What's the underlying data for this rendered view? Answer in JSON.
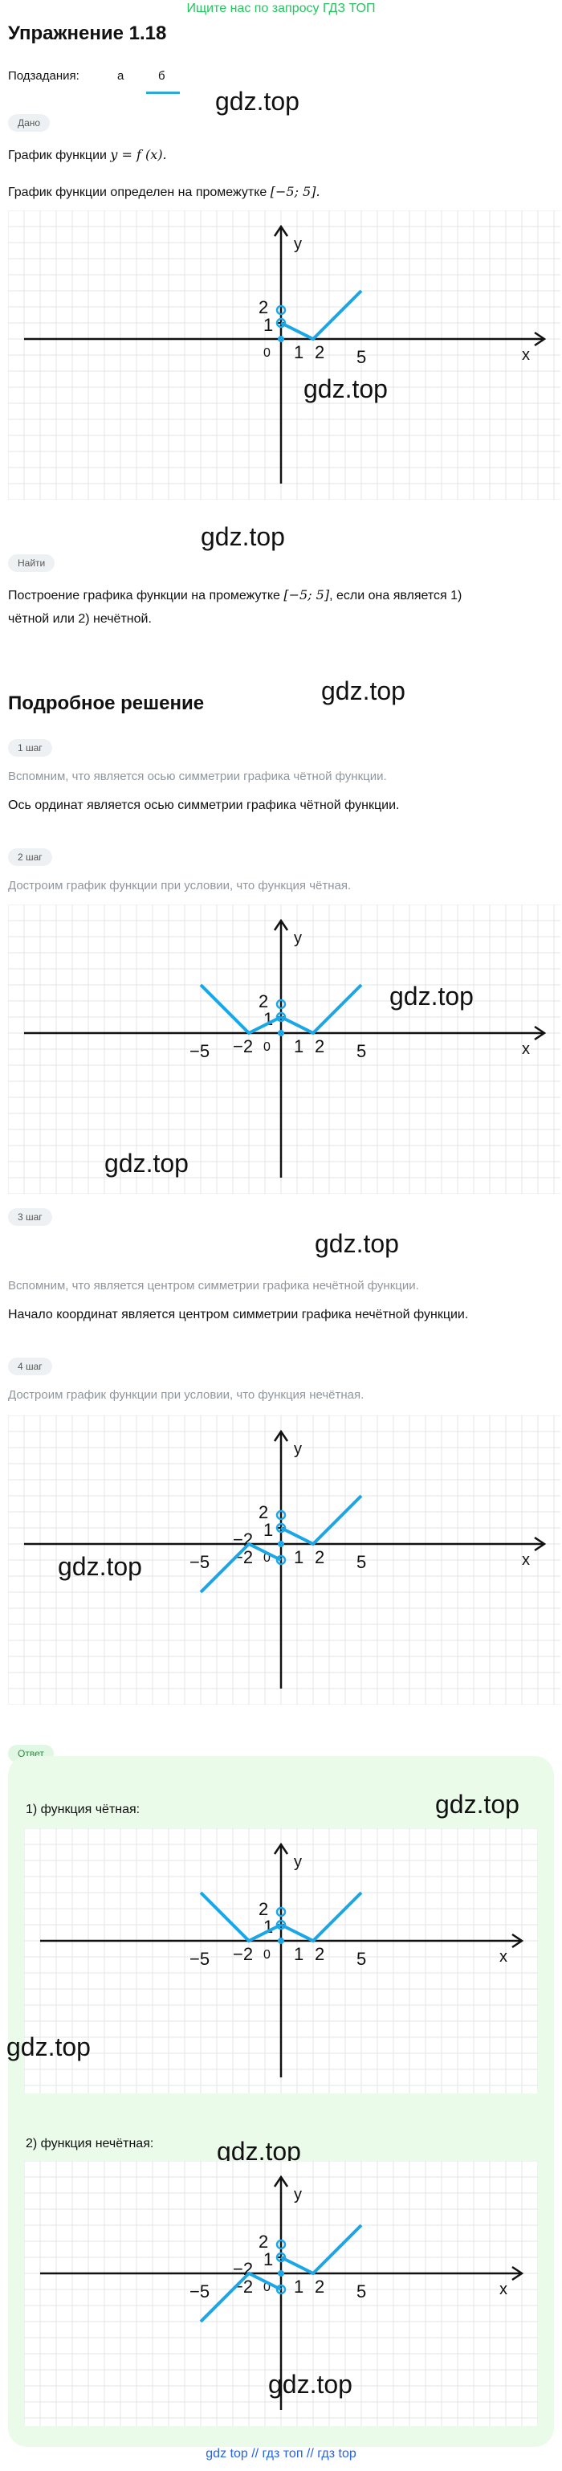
{
  "banner": "Ищите нас по запросу ГДЗ ТОП",
  "title": "Упражнение 1.18",
  "subtasks": {
    "label": "Подзадания:",
    "tabs": [
      "а",
      "б"
    ],
    "active": 1
  },
  "watermark": "gdz.top",
  "given": {
    "chip": "Дано",
    "line1_prefix": "График функции ",
    "line1_math": "y = f (x).",
    "line2_prefix": "График функции определен на промежутке ",
    "line2_math": "[−5; 5]."
  },
  "find": {
    "chip": "Найти",
    "line1_prefix": "Построение графика функции на промежутке ",
    "line1_math": "[−5; 5]",
    "line1_suffix": ", если она является 1)",
    "line2": "чётной или 2) нечётной."
  },
  "solution": {
    "heading": "Подробное решение",
    "steps": [
      {
        "chip": "1 шаг",
        "hint": "Вспомним, что является осью симметрии графика чётной функции.",
        "text": "Ось ординат является осью симметрии графика чётной функции."
      },
      {
        "chip": "2 шаг",
        "hint": "Достроим график функции при условии, что функция чётная."
      },
      {
        "chip": "3 шаг",
        "hint": "Вспомним, что является центром симметрии графика нечётной функции.",
        "text": "Начало координат является центром симметрии графика нечётной функции."
      },
      {
        "chip": "4 шаг",
        "hint": "Достроим график функции при условии, что функция нечётная."
      }
    ]
  },
  "answer": {
    "chip": "Ответ",
    "part1": "1) функция чётная:",
    "part2": "2) функция нечётная:"
  },
  "graph_labels": {
    "x": "x",
    "y": "y",
    "origin": "0",
    "one": "1",
    "two": "2",
    "five": "5",
    "minus_two": "−2",
    "minus_five": "−5"
  },
  "footer": "gdz top  //  гдз топ  //  гдз top",
  "colors": {
    "curve": "#1aa7e8",
    "banner": "#22c55e",
    "accent": "#2aa8d6",
    "answer_bg": "#eafbea"
  }
}
